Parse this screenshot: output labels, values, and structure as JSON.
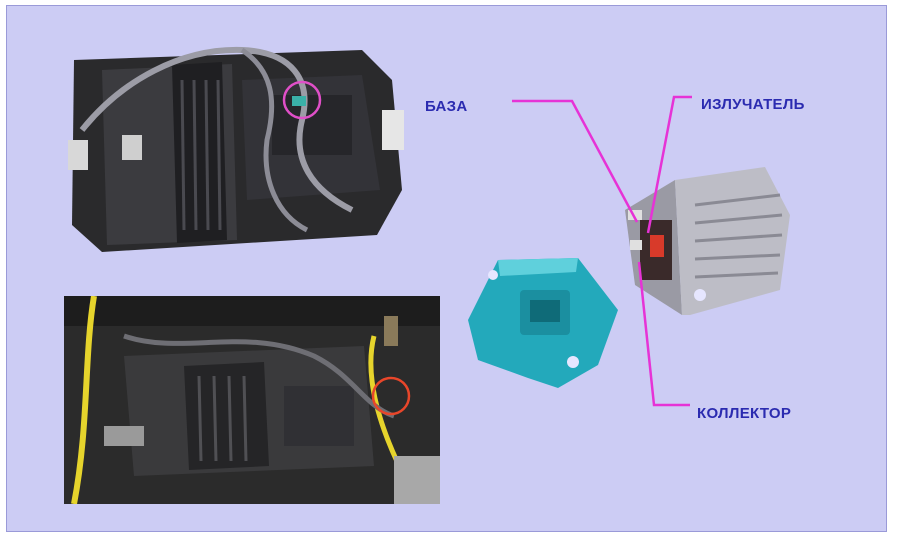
{
  "labels": {
    "base": "БАЗА",
    "emitter": "ИЗЛУЧАТЕЛЬ",
    "collector": "КОЛЛЕКТОР"
  },
  "colors": {
    "background": "#ccccf4",
    "label_text": "#2b2bb0",
    "pointer_line": "#e633d6",
    "highlight_circle_top": "#e04fc8",
    "highlight_circle_bottom": "#e8462a",
    "connector_body": "#2ab6c8"
  }
}
